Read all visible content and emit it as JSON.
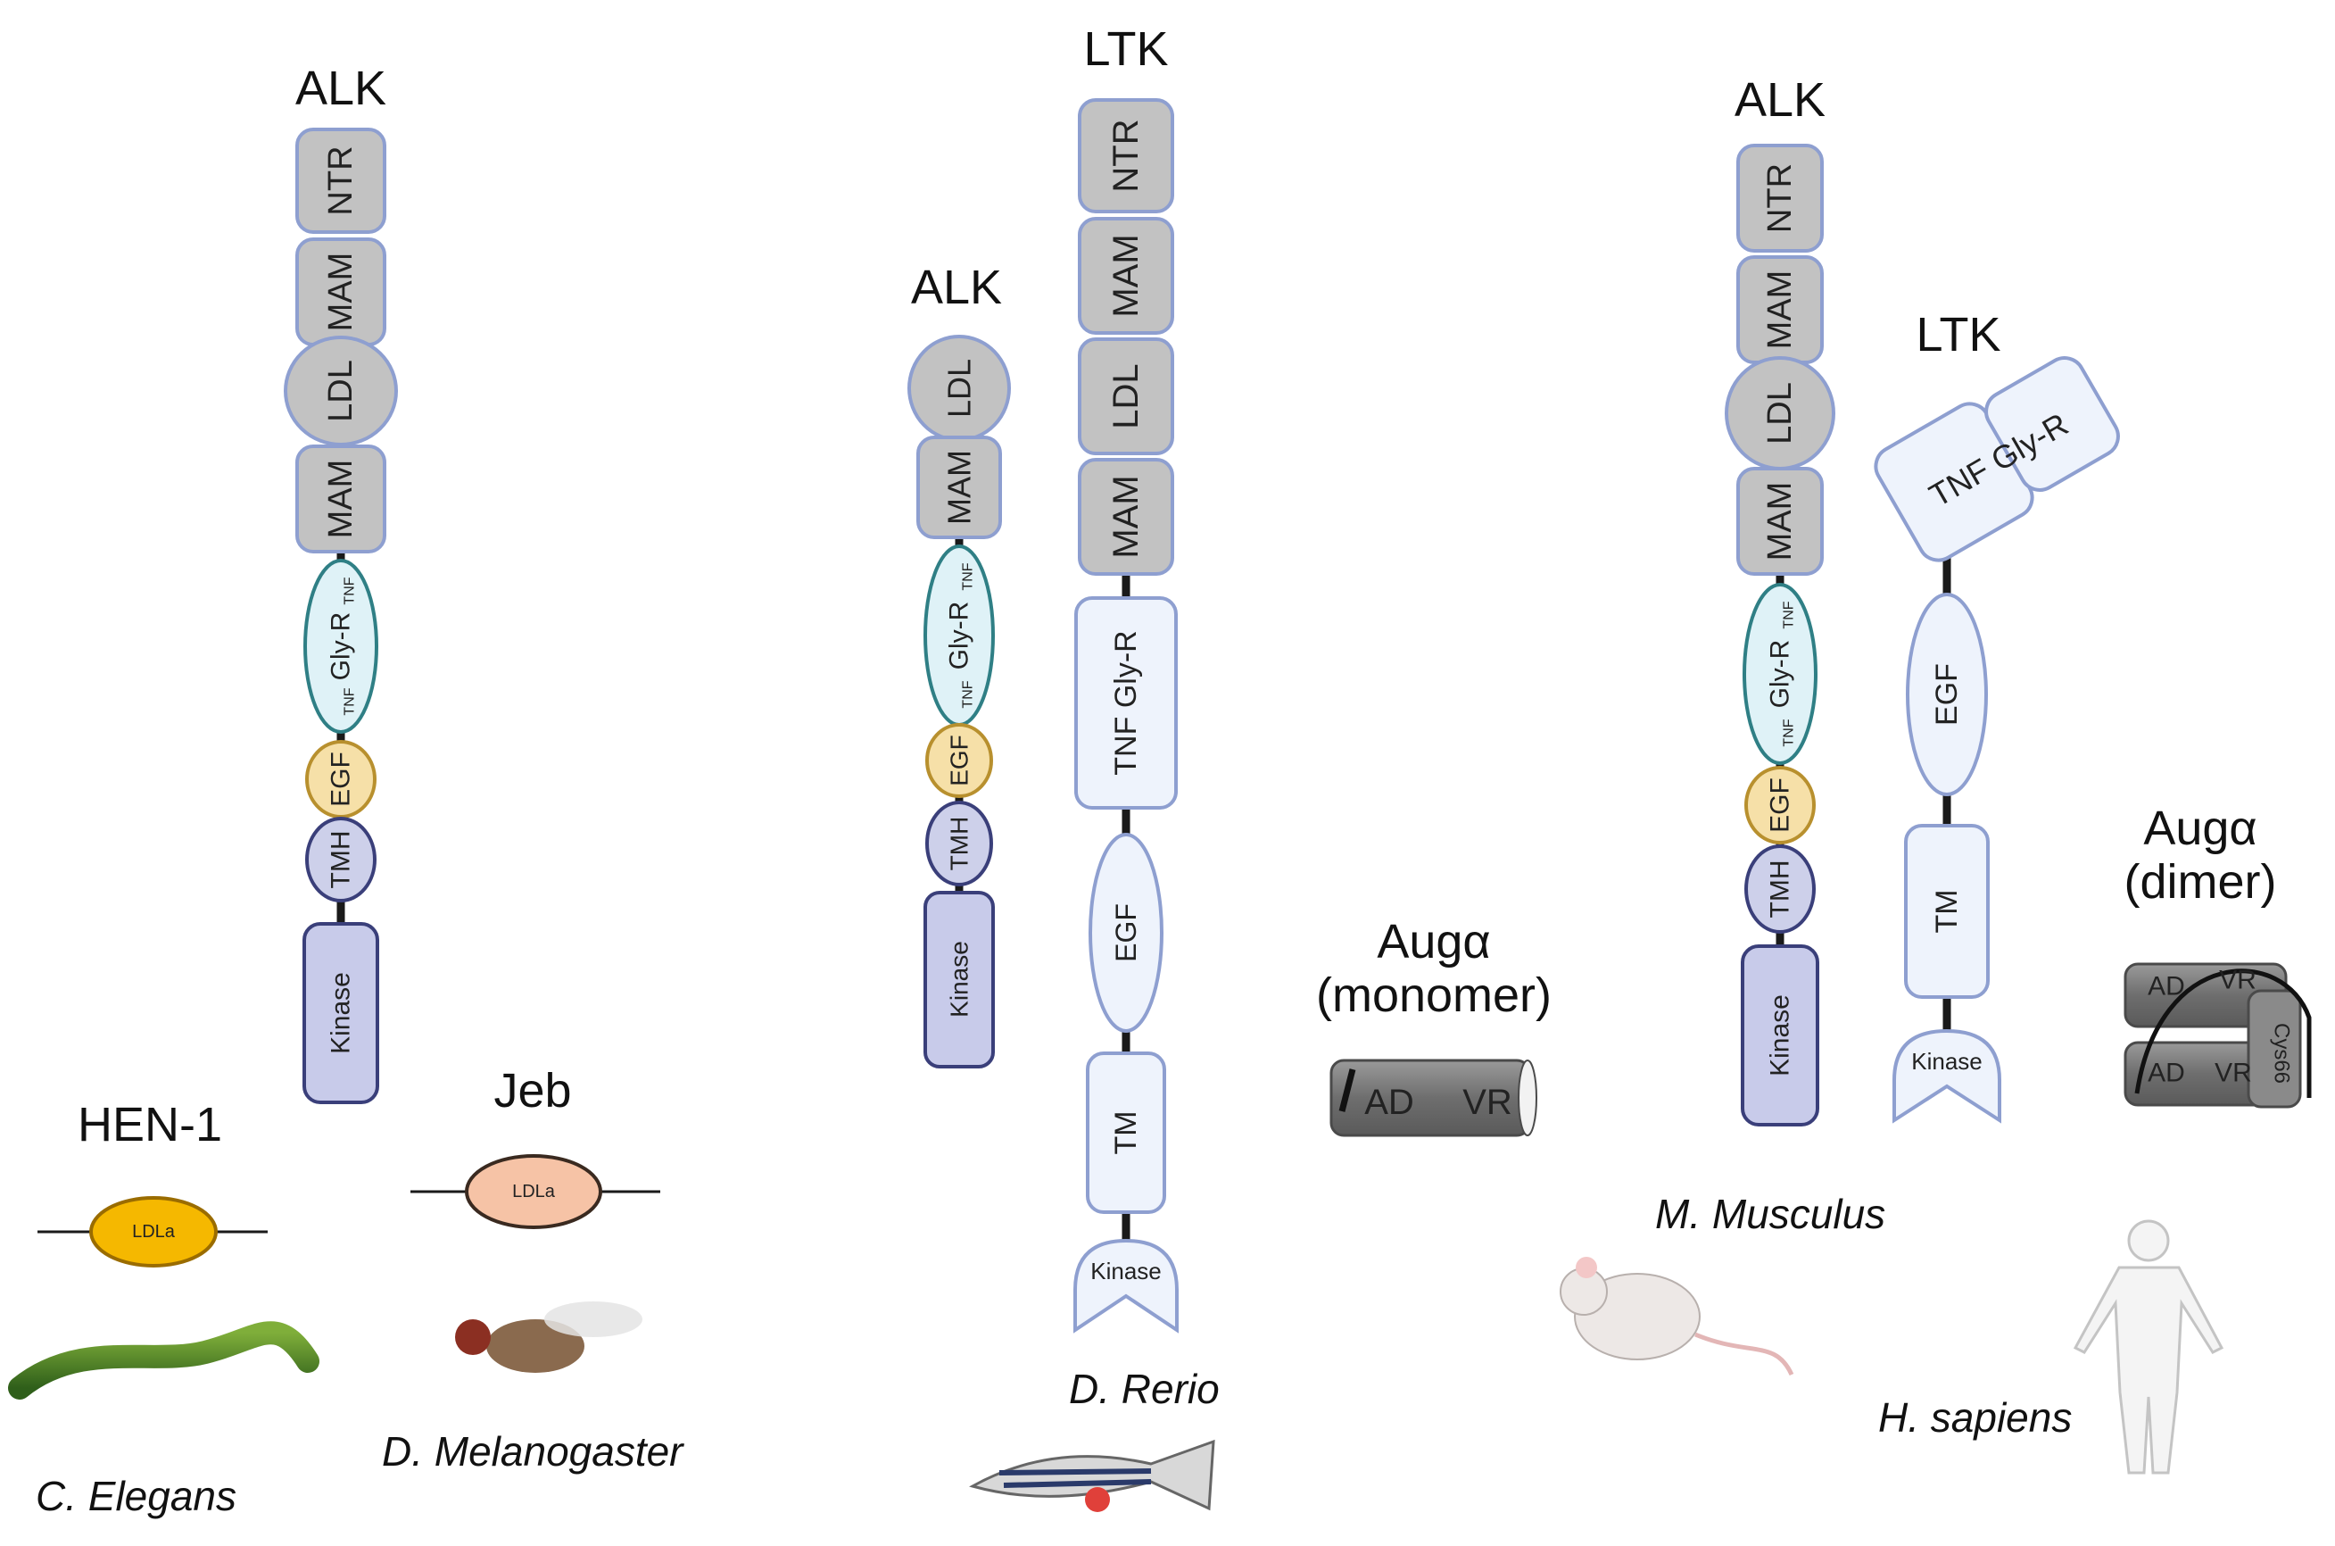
{
  "proteins": {
    "celegans_alk": "ALK",
    "celegans_ligand": "HEN-1",
    "dmel_ligand": "Jeb",
    "zebrafish_alk": "ALK",
    "zebrafish_ltk": "LTK",
    "monomer_label": "Augα\n(monomer)",
    "mouse_alk": "ALK",
    "mouse_ltk": "LTK",
    "dimer_label": "Augα\n(dimer)"
  },
  "species": {
    "celegans": "C. Elegans",
    "dmel": "D. Melanogaster",
    "drerio": "D. Rerio",
    "mmus": "M. Musculus",
    "hsap": "H. sapiens"
  },
  "domains": {
    "ntr": "NTR",
    "mam": "MAM",
    "ldl": "LDL",
    "tnf": "TNF",
    "glyr": "Gly-R",
    "egf": "EGF",
    "tmh": "TMH",
    "tm": "TM",
    "kinase": "Kinase",
    "ldla": "LDLa",
    "tnf_glyr": "TNF Gly-R",
    "ad": "AD",
    "vr": "VR",
    "cys66": "Cys66"
  },
  "colors": {
    "grey_domain": "#c2c2c2",
    "domain_border": "#8e9fd0",
    "glyr_fill": "#dff2f7",
    "glyr_border": "#2f7f85",
    "egf_fill": "#f6e0a8",
    "egf_border": "#b8902e",
    "tmh_fill": "#cdd0ea",
    "kinase_fill": "#c8cbea",
    "ltk_fill": "#eef3fc",
    "hen1_fill": "#f5b800",
    "jeb_fill": "#f6c3a6",
    "augalpha_fill": "#7d7d7d"
  }
}
